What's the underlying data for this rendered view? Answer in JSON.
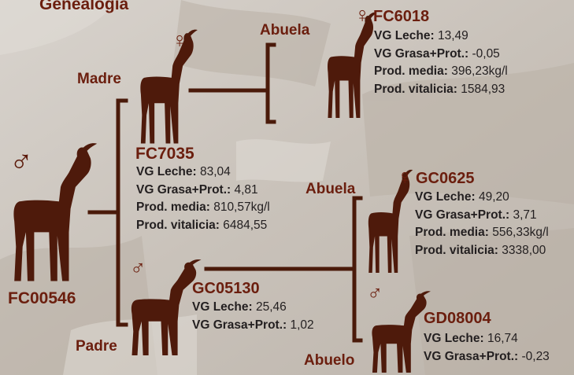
{
  "title": "Genealogía",
  "colors": {
    "text_accent": "#6b1e0e",
    "line": "#4a1a0a",
    "goat": "#4e1a0b",
    "background": "#cbc5be"
  },
  "icons": {
    "female": "female-symbol-icon",
    "male": "male-symbol-icon",
    "animal": "goat-silhouette-icon"
  },
  "subject": {
    "code": "FC00546",
    "sex_symbol": "♂"
  },
  "mother": {
    "relation": "Madre",
    "code": "FC7035",
    "sex_symbol": "♀",
    "stats": [
      {
        "label": "VG Leche:",
        "value": " 83,04"
      },
      {
        "label": "VG Grasa+Prot.:",
        "value": " 4,81"
      },
      {
        "label": "Prod. media:",
        "value": " 810,57kg/l"
      },
      {
        "label": "Prod. vitalicia:",
        "value": " 6484,55"
      }
    ]
  },
  "father": {
    "relation": "Padre",
    "code": "GC05130",
    "sex_symbol": "♂",
    "stats": [
      {
        "label": "VG Leche:",
        "value": " 25,46"
      },
      {
        "label": "VG Grasa+Prot.:",
        "value": " 1,02"
      }
    ]
  },
  "maternal_grandmother": {
    "relation": "Abuela",
    "code": "FC6018",
    "sex_symbol": "♀",
    "stats": [
      {
        "label": "VG Leche:",
        "value": " 13,49"
      },
      {
        "label": "VG Grasa+Prot.:",
        "value": " -0,05"
      },
      {
        "label": "Prod. media:",
        "value": " 396,23kg/l"
      },
      {
        "label": "Prod. vitalicia:",
        "value": " 1584,93"
      }
    ]
  },
  "paternal_grandmother": {
    "relation": "Abuela",
    "code": "GC0625",
    "sex_symbol": "♀",
    "stats": [
      {
        "label": "VG Leche:",
        "value": " 49,20"
      },
      {
        "label": "VG Grasa+Prot.:",
        "value": " 3,71"
      },
      {
        "label": "Prod. media:",
        "value": " 556,33kg/l"
      },
      {
        "label": "Prod. vitalicia:",
        "value": " 3338,00"
      }
    ]
  },
  "paternal_grandfather": {
    "relation": "Abuelo",
    "code": "GD08004",
    "sex_symbol": "♂",
    "stats": [
      {
        "label": "VG Leche:",
        "value": " 16,74"
      },
      {
        "label": "VG Grasa+Prot.:",
        "value": " -0,23"
      }
    ]
  }
}
